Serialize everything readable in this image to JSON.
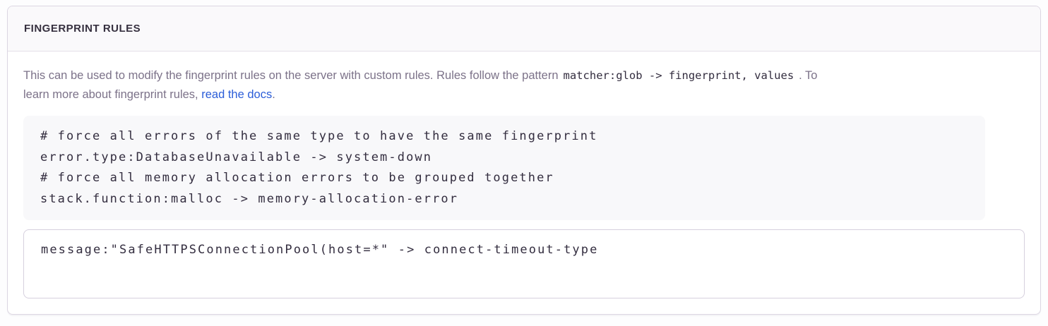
{
  "panel": {
    "title": "FINGERPRINT RULES"
  },
  "description": {
    "text_1": "This can be used to modify the fingerprint rules on the server with custom rules. Rules follow the pattern",
    "inline_code": "matcher:glob -> fingerprint, values",
    "text_2": ". To",
    "text_3": "learn more about fingerprint rules,",
    "link_text": "read the docs",
    "text_4": "."
  },
  "example_block": {
    "lines": [
      "# force all errors of the same type to have the same fingerprint",
      "error.type:DatabaseUnavailable -> system-down",
      "# force all memory allocation errors to be grouped together",
      "stack.function:malloc -> memory-allocation-error"
    ]
  },
  "rules_input": {
    "value": "message:\"SafeHTTPSConnectionPool(host=*\" -> connect-timeout-type"
  },
  "colors": {
    "link": "#2b5dd8",
    "header_text": "#36303f",
    "body_text": "#7c7289",
    "code_text": "#332d3f",
    "panel_border": "#dcd6e2",
    "header_bg": "#faf9fb",
    "code_block_bg": "#f8f8fa",
    "textarea_border": "#d6d0de"
  }
}
